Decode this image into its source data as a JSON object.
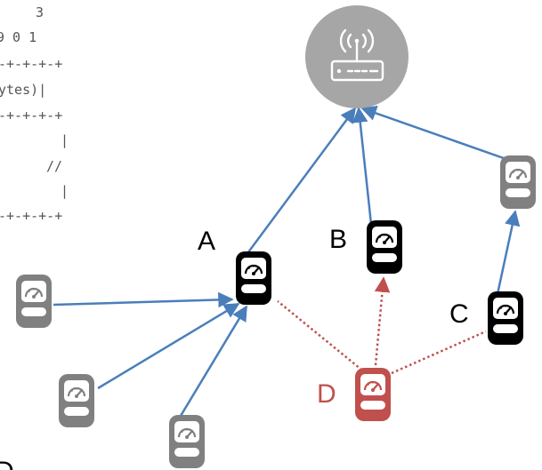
{
  "header_fragment": {
    "lines": [
      "3",
      "9 0 1",
      "-+-+-+-+",
      "ytes)|",
      "-+-+-+-+",
      "|",
      "//",
      "|",
      "-+-+-+-+"
    ]
  },
  "router": {
    "icon": "wifi-router-icon",
    "color": "#a6a6a6"
  },
  "nodes": {
    "A": {
      "label": "A",
      "color": "#000000",
      "icon": "smart-meter-icon"
    },
    "B": {
      "label": "B",
      "color": "#000000",
      "icon": "smart-meter-icon"
    },
    "C": {
      "label": "C",
      "color": "#000000",
      "icon": "smart-meter-icon"
    },
    "D": {
      "label": "D",
      "color": "#c0504d",
      "icon": "smart-meter-icon"
    }
  },
  "colors": {
    "link": "#4a7ebb",
    "dotted_link": "#c0504d",
    "inactive_meter": "#808080",
    "active_meter": "#000000"
  },
  "corner_glyph": "D"
}
